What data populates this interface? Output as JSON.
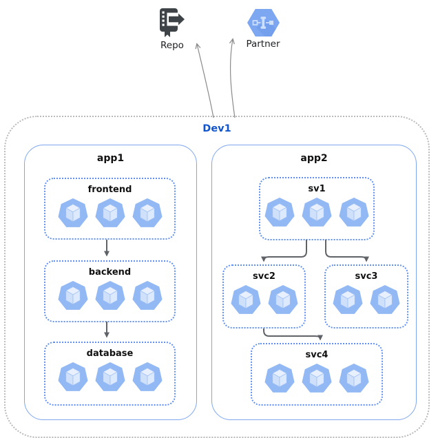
{
  "diagram": {
    "title_hint": "Dev environment architecture diagram",
    "external_nodes": [
      {
        "id": "repo",
        "label": "Repo",
        "icon": "source-repository-icon"
      },
      {
        "id": "partner",
        "label": "Partner",
        "icon": "partner-hexagon-icon"
      }
    ],
    "environment": {
      "label": "Dev1",
      "label_color": "#1155CC",
      "border_style": "dotted gray"
    },
    "apps": [
      {
        "label": "app1",
        "groups": [
          {
            "label": "frontend",
            "pods": 3
          },
          {
            "label": "backend",
            "pods": 3
          },
          {
            "label": "database",
            "pods": 3
          }
        ]
      },
      {
        "label": "app2",
        "groups": [
          {
            "label": "sv1",
            "pods": 3
          },
          {
            "label": "svc2",
            "pods": 2
          },
          {
            "label": "svc3",
            "pods": 2
          },
          {
            "label": "svc4",
            "pods": 3
          }
        ]
      }
    ],
    "edges": [
      {
        "from": "frontend",
        "to": "backend",
        "style": "solid-arrow"
      },
      {
        "from": "backend",
        "to": "database",
        "style": "solid-arrow"
      },
      {
        "from": "sv1",
        "to": "svc2",
        "style": "solid-arrow"
      },
      {
        "from": "sv1",
        "to": "svc3",
        "style": "solid-arrow"
      },
      {
        "from": "svc2",
        "to": "svc4",
        "style": "solid-arrow"
      },
      {
        "from": "Dev1",
        "to": "Repo",
        "style": "thin-curved-arrow"
      },
      {
        "from": "Dev1",
        "to": "Partner",
        "style": "thin-curved-arrow"
      }
    ],
    "colors": {
      "env_border": "#b9b9b9",
      "app_border": "#7ea6f0",
      "group_border": "#5e8ff0",
      "pod_heptagon": "#93b9f4",
      "pod_cube_top": "#e8f0fe",
      "pod_cube_left": "#cfe0fb",
      "pod_cube_right": "#dde9fd",
      "connector": "#5f6368",
      "external_arrow": "#8a8a8a",
      "partner_hexagon": "#7da7f0",
      "repo_icon": "#3e4347",
      "label_text": "#111111"
    }
  }
}
